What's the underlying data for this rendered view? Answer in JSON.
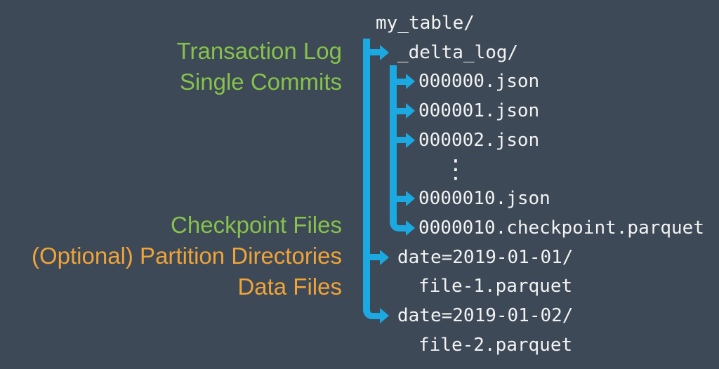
{
  "colors": {
    "background": "#3D4956",
    "green": "#86C24C",
    "orange": "#F0A339",
    "blue": "#1CA9E2",
    "text": "#F2F2F2"
  },
  "legend": {
    "transaction_log": "Transaction Log",
    "single_commits": "Single Commits",
    "checkpoint_files": "Checkpoint Files",
    "partition_directories": "(Optional) Partition Directories",
    "data_files": "Data Files"
  },
  "tree": {
    "rows": [
      {
        "text": "my_table/",
        "level": 0
      },
      {
        "text": "_delta_log/",
        "level": 1
      },
      {
        "text": "000000.json",
        "level": 2
      },
      {
        "text": "000001.json",
        "level": 2
      },
      {
        "text": "000002.json",
        "level": 2
      },
      {
        "text": "⋮",
        "level": 2,
        "type": "ellipsis"
      },
      {
        "text": "0000010.json",
        "level": 2
      },
      {
        "text": "0000010.checkpoint.parquet",
        "level": 2
      },
      {
        "text": "date=2019-01-01/",
        "level": 1
      },
      {
        "text": "file-1.parquet",
        "level": 2
      },
      {
        "text": "date=2019-01-02/",
        "level": 1
      },
      {
        "text": "file-2.parquet",
        "level": 2
      }
    ]
  }
}
